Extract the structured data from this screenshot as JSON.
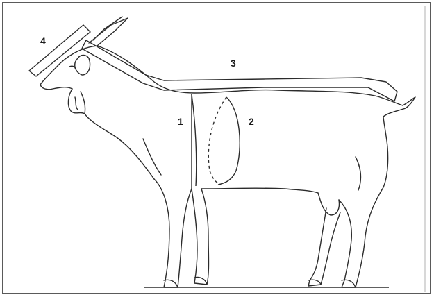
{
  "figure": {
    "labels": {
      "height_at_withers": "1",
      "heart_girth": "2",
      "body_length": "3",
      "head_length": "4"
    },
    "colors": {
      "ink": "#2b2b2b",
      "border": "#5a5a5a",
      "background": "#ffffff"
    }
  }
}
